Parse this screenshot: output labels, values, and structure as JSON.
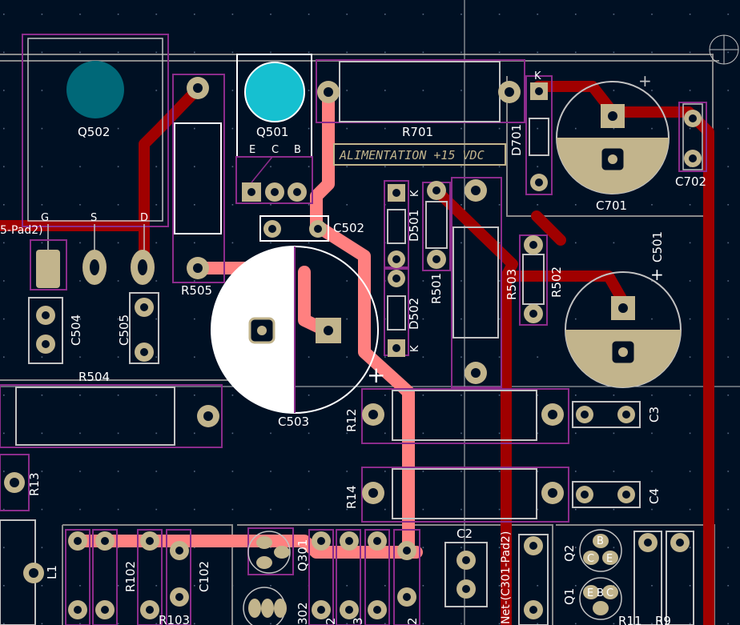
{
  "view": {
    "title": "PCB layout editor"
  },
  "colors": {
    "background": "#001023",
    "courtyard": "#c2c2c2",
    "fab": "#8c2c8c",
    "copper_front": "#ff8080",
    "copper_back": "#a00000",
    "pad": "#c2b48c",
    "silk": "#ffffff",
    "hole_cyan": "#16c0d0"
  },
  "components": {
    "Q502": "Q502",
    "Q501": "Q501",
    "R701": "R701",
    "R505": "R505",
    "C502": "C502",
    "C503": "C503",
    "C701": "C701",
    "C702": "C702",
    "D701": "D701",
    "D501": "D501",
    "D502": "D502",
    "R501": "R501",
    "R503": "R503",
    "R502": "R502",
    "C501": "C501",
    "R504": "R504",
    "C504": "C504",
    "C505": "C505",
    "R12": "R12",
    "R14": "R14",
    "C3": "C3",
    "C4": "C4",
    "R13": "R13",
    "R102": "R102",
    "C102": "C102",
    "R103": "R103",
    "C2": "C2",
    "Q301": "Q301",
    "Q302": "302",
    "Q2": "Q2",
    "Q1": "Q1",
    "L1": "L1",
    "R11": "R11",
    "R9": "R9"
  },
  "pin_labels": {
    "q501_e": "E",
    "q501_c": "C",
    "q501_b": "B",
    "q502_g": "G",
    "q502_s": "S",
    "q502_d": "D",
    "k_d701": "K",
    "k_d501": "K",
    "k_d502": "K",
    "q2_b": "B",
    "q2_c": "C",
    "q2_e": "E",
    "q1_e": "E",
    "q1_b": "B",
    "q1_c": "C"
  },
  "silk_text": {
    "alimentation": "ALIMENTATION +15 VDC"
  },
  "net_labels": {
    "pad2_left": "5-Pad2)",
    "net_c301": "Net-(C301-Pad2)"
  },
  "partial_labels": {
    "b_2": "2",
    "b_3": "3",
    "b_2b": "2",
    "b_x": "2"
  }
}
